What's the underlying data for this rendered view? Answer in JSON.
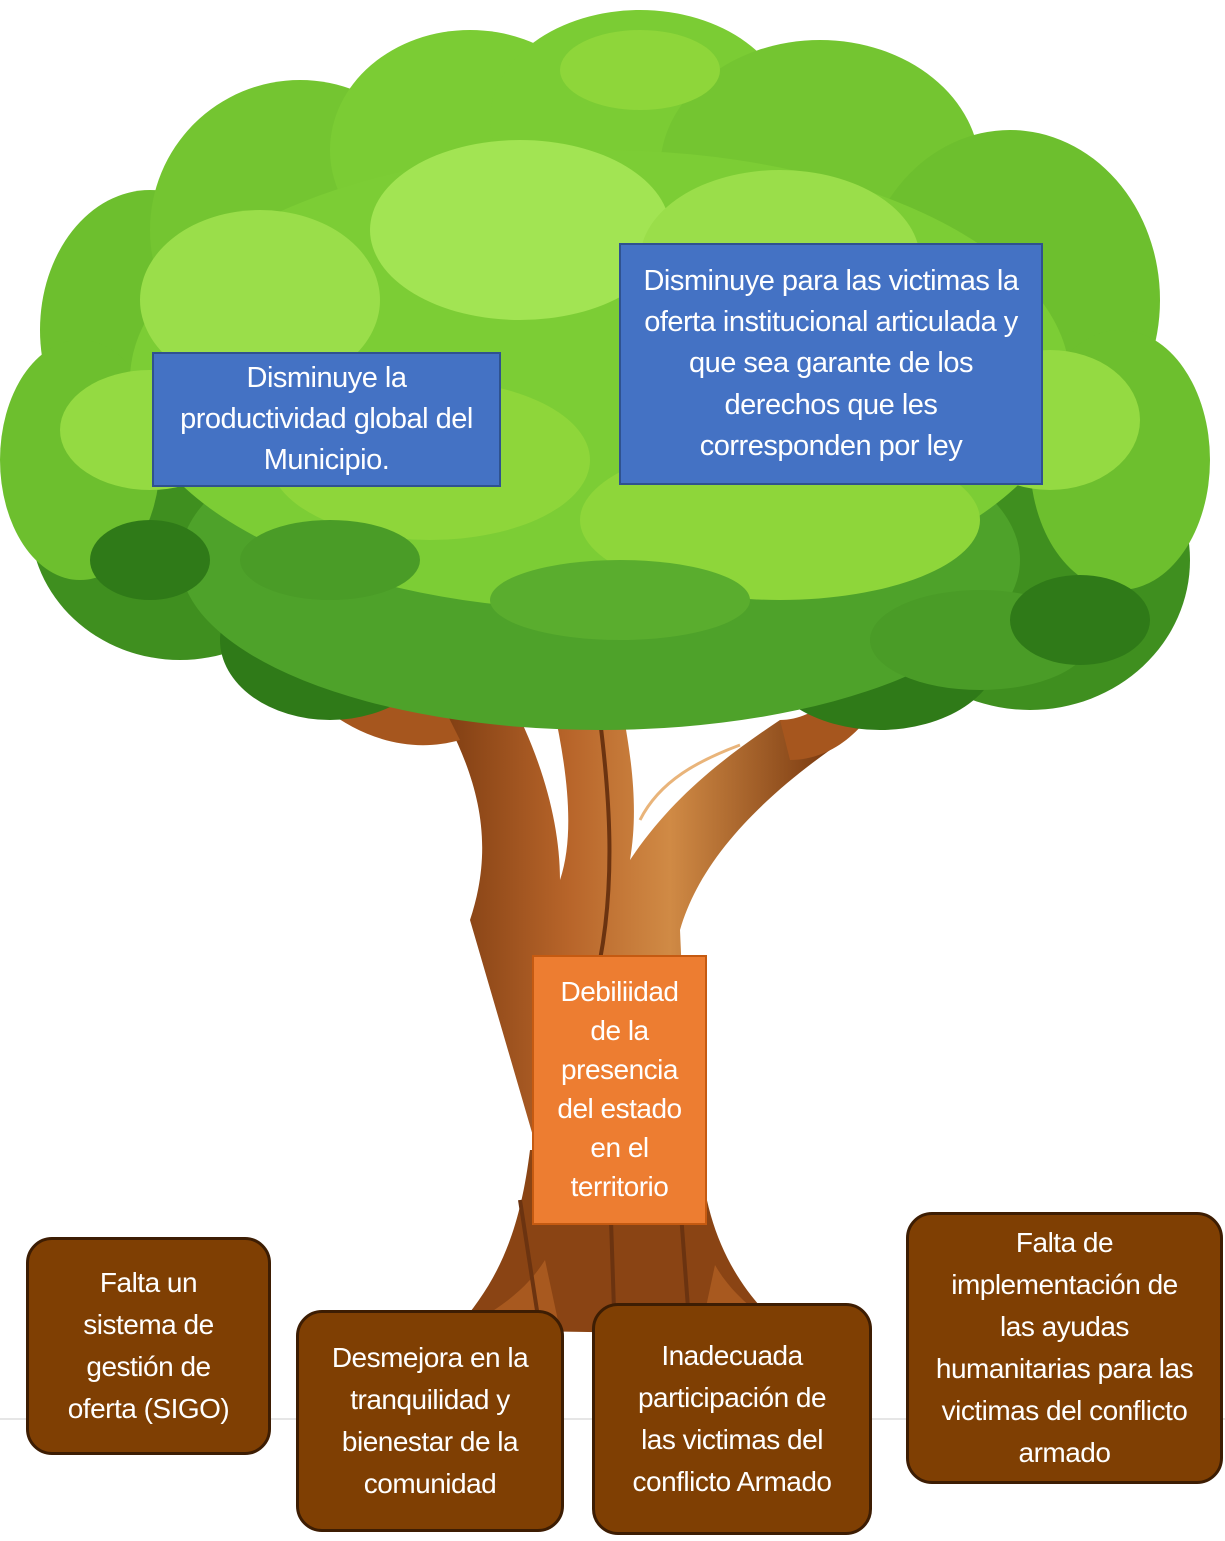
{
  "diagram": {
    "effects": [
      {
        "text": "Disminuye la\nproductividad global del\nMunicipio."
      },
      {
        "text": "Disminuye para las victimas la\noferta institucional  articulada y\nque sea garante de los\nderechos que les\ncorresponden por ley"
      }
    ],
    "problem": {
      "text": "Debiliidad\nde la\npresencia\ndel estado\nen el\nterritorio"
    },
    "causes": [
      {
        "text": "Falta un\nsistema de\ngestión de\noferta (SIGO)"
      },
      {
        "text": "Desmejora en la\ntranquilidad y\nbienestar de la\ncomunidad"
      },
      {
        "text": "Inadecuada\nparticipación de\nlas victimas del\nconflicto Armado"
      },
      {
        "text": "Falta de\nimplementación de\nlas ayudas\nhumanitarias para las\nvictimas del conflicto\narmado"
      }
    ]
  },
  "colors": {
    "effect_box": "#4472c4",
    "problem_box": "#ed7d31",
    "cause_box": "#7f3f03",
    "foliage_light": "#8ed63a",
    "foliage_dark": "#3f8f1f",
    "trunk": "#a0521c"
  }
}
